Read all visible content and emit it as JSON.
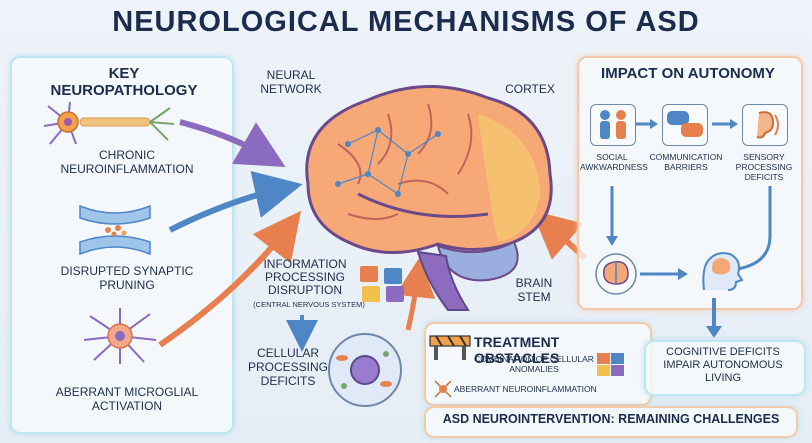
{
  "title": "NEUROLOGICAL MECHANISMS OF ASD",
  "key_neuropathology": {
    "header": "KEY NEUROPATHOLOGY",
    "items": [
      {
        "label": "CHRONIC NEUROINFLAMMATION",
        "icon": "neuron-icon"
      },
      {
        "label": "DISRUPTED SYNAPTIC PRUNING",
        "icon": "synapse-icon"
      },
      {
        "label": "ABERRANT MICROGLIAL ACTIVATION",
        "icon": "microglia-icon"
      }
    ]
  },
  "brain": {
    "neural_network": "NEURAL NETWORK",
    "cortex": "CORTEX",
    "brain_stem": "BRAIN STEM"
  },
  "info_processing": {
    "label": "INFORMATION PROCESSING DISRUPTION",
    "sub": "(CENTRAL NERVOUS SYSTEM)"
  },
  "cellular_processing": "CELLULAR PROCESSING DEFICITS",
  "impact_on_autonomy": {
    "header": "IMPACT ON AUTONOMY",
    "items": [
      {
        "label": "SOCIAL AWKWARDNESS",
        "icon": "people-icon"
      },
      {
        "label": "COMMUNICATION BARRIERS",
        "icon": "speech-bubbles-icon"
      },
      {
        "label": "SENSORY PROCESSING DEFICITS",
        "icon": "ear-icon"
      }
    ]
  },
  "treatment_obstacles": {
    "header": "TREATMENT OBSTACLES",
    "item1": "COMBINATION OF CELLULAR ANOMALIES",
    "item2": "ABERRANT NEUROINFLAMMATION"
  },
  "cognitive_deficits": "COGNITIVE DEFICITS IMPAIR AUTONOMOUS LIVING",
  "bottom_banner": "ASD NEUROINTERVENTION: REMAINING CHALLENGES",
  "colors": {
    "navy": "#1c2c4d",
    "teal_border": "#bfe6ee",
    "peach_border": "#f5c8a8",
    "arrow_blue": "#4e86c6",
    "arrow_purple": "#8a6bbf",
    "arrow_orange": "#e87f4f"
  }
}
